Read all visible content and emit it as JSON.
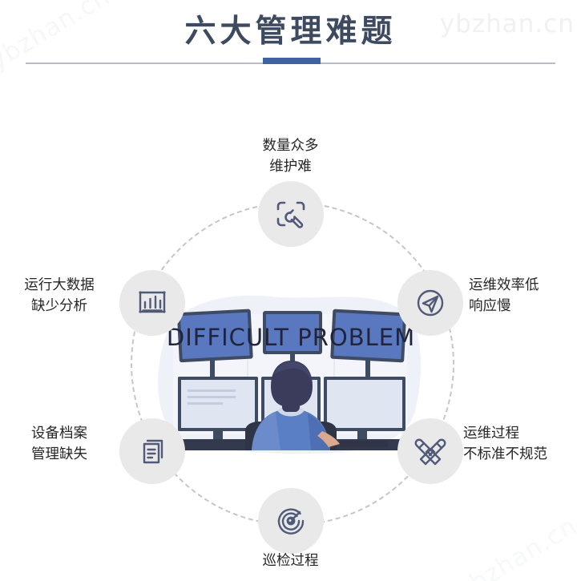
{
  "header": {
    "title": "六大管理难题",
    "accent_color": "#3f63a0",
    "rule_color": "#b9bcc2"
  },
  "watermark": {
    "text_top_right": "ybzhan.cn",
    "text_top_left": "ybzhan.cn",
    "text_bottom_right": "ybzhan.cn"
  },
  "center": {
    "overlay_text": "DIFFICULT PROBLEM",
    "illustration_name": "operator-at-multi-monitor-workstation"
  },
  "nodes": [
    {
      "id": "quantity",
      "icon": "wrench-in-frame-icon",
      "line1": "数量众多",
      "line2": "维护难",
      "position": "top"
    },
    {
      "id": "big-data",
      "icon": "bar-chart-icon",
      "line1": "运行大数据",
      "line2": "缺少分析",
      "position": "left-upper"
    },
    {
      "id": "efficiency",
      "icon": "paper-plane-circle-icon",
      "line1": "运维效率低",
      "line2": "响应慢",
      "position": "right-upper"
    },
    {
      "id": "archive",
      "icon": "documents-icon",
      "line1": "设备档案",
      "line2": "管理缺失",
      "position": "left-lower"
    },
    {
      "id": "process",
      "icon": "pen-ruler-icon",
      "line1": "运维过程",
      "line2": "不标准不规范",
      "position": "right-lower"
    },
    {
      "id": "inspection",
      "icon": "radar-target-icon",
      "line1": "巡检过程",
      "line2": "",
      "position": "bottom"
    }
  ],
  "colors": {
    "title": "#3d4a60",
    "icon_stroke": "#515a78",
    "node_bg": "#e9e9e9",
    "ring_dash": "#c6c6c6",
    "label_text": "#262626",
    "monitor_blue": "#5a78c0",
    "shirt_blue": "#5b7fc4",
    "hair_navy": "#3b3c5c"
  }
}
